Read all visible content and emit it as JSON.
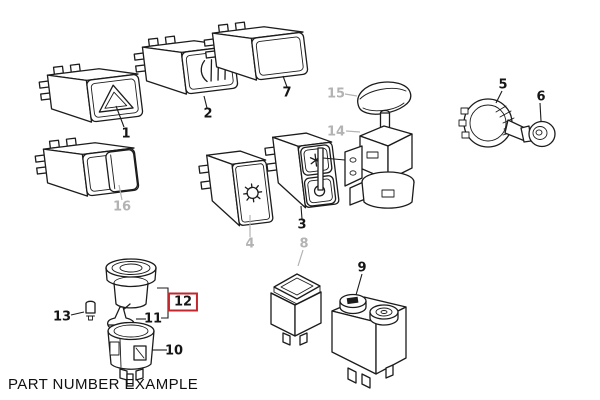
{
  "caption": "PART NUMBER EXAMPLE",
  "colors": {
    "background": "#ffffff",
    "line_art": "#1c1c1c",
    "label_active": "#151515",
    "label_inactive": "#b3b3b3",
    "highlight_border": "#c1272d"
  },
  "labels": {
    "p1": {
      "number": "1",
      "part": "hazard-warning-switch",
      "state": "available"
    },
    "p2": {
      "number": "2",
      "part": "fog-light-switch",
      "state": "available"
    },
    "p3": {
      "number": "3",
      "part": "double-button-switch",
      "state": "available"
    },
    "p4": {
      "number": "4",
      "part": "light-symbol-switch",
      "state": "unavailable"
    },
    "p5": {
      "number": "5",
      "part": "rotary-switch",
      "state": "available"
    },
    "p6": {
      "number": "6",
      "part": "switch-knob",
      "state": "available"
    },
    "p7": {
      "number": "7",
      "part": "blank-switch-cover",
      "state": "available"
    },
    "p8": {
      "number": "8",
      "part": "relay-small",
      "state": "unavailable"
    },
    "p9": {
      "number": "9",
      "part": "relay-large",
      "state": "available"
    },
    "p10": {
      "number": "10",
      "part": "lighter-socket-housing",
      "state": "available"
    },
    "p11": {
      "number": "11",
      "part": "lighter-element-tip",
      "state": "available"
    },
    "p12": {
      "number": "12",
      "part": "cigarette-lighter-assembly",
      "state": "highlighted"
    },
    "p13": {
      "number": "13",
      "part": "bulb",
      "state": "available"
    },
    "p14": {
      "number": "14",
      "part": "switch-with-bracket",
      "state": "unavailable"
    },
    "p15": {
      "number": "15",
      "part": "knob-cap",
      "state": "unavailable"
    },
    "p16": {
      "number": "16",
      "part": "rocker-switch",
      "state": "unavailable"
    }
  }
}
